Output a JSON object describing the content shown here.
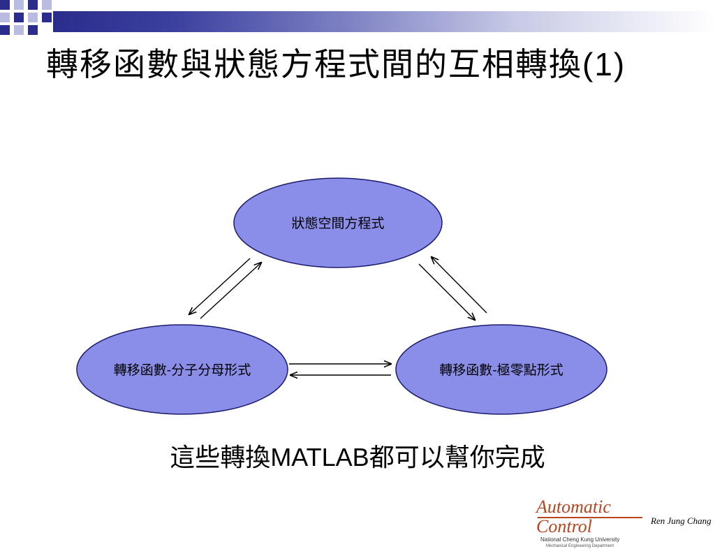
{
  "slide": {
    "title_cjk": "轉移函數與狀態方程式間的互相轉換",
    "title_suffix": "(1)",
    "caption_cjk_before": "這些轉換",
    "caption_ascii": "MATLAB",
    "caption_cjk_after": "都可以幫你完成"
  },
  "diagram": {
    "nodes": {
      "top": "狀態空間方程式",
      "left": "轉移函數-分子分母形式",
      "right": "轉移函數-極零點形式"
    },
    "node_fill": "#8b8ee8",
    "node_stroke": "#1a1a6e"
  },
  "logo": {
    "main": "Automatic Control",
    "sub1": "National Cheng Kung University",
    "sub2": "Mechanical Engineering Department",
    "author": "Ren Jung Chang"
  },
  "colors": {
    "accent_dark": "#2a2d8c",
    "accent_light": "#b9bce0",
    "logo": "#b8451e"
  }
}
